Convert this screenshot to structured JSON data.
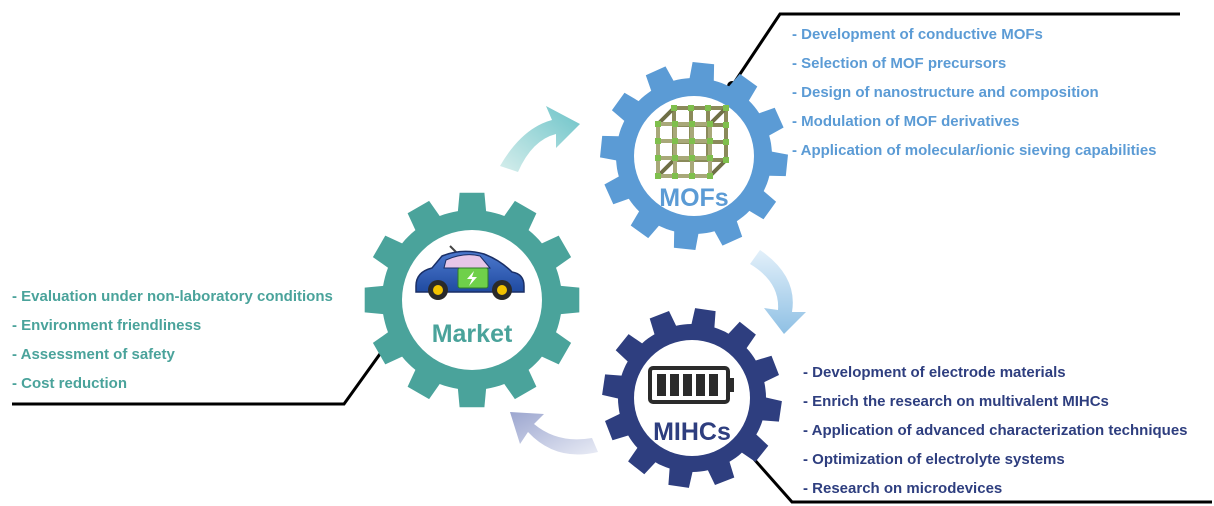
{
  "colors": {
    "mofs": "#5b9bd5",
    "market": "#4aa39b",
    "mihcs": "#2e3e7f",
    "line": "#000000"
  },
  "mofs": {
    "label": "MOFs",
    "icon": "mof-framework-icon",
    "items": [
      "- Development of conductive MOFs",
      "- Selection of MOF precursors",
      "- Design of nanostructure and composition",
      "- Modulation of MOF derivatives",
      "- Application of molecular/ionic sieving capabilities"
    ]
  },
  "market": {
    "label": "Market",
    "icon": "electric-car-icon",
    "items": [
      "- Evaluation under non-laboratory conditions",
      "- Environment friendliness",
      "- Assessment of safety",
      "- Cost reduction"
    ]
  },
  "mihcs": {
    "label": "MIHCs",
    "icon": "battery-icon",
    "items": [
      "- Development of electrode materials",
      "- Enrich the research on multivalent MIHCs",
      "- Application of advanced characterization techniques",
      "- Optimization of electrolyte systems",
      "- Research on microdevices"
    ]
  }
}
